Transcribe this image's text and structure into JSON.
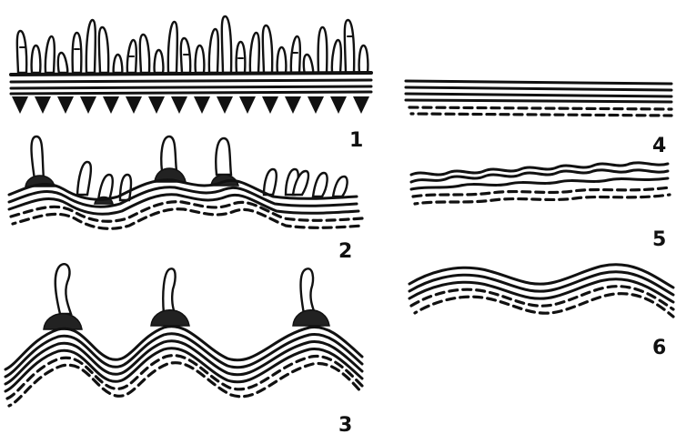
{
  "labels": {
    "p1": "1",
    "p2": "2",
    "p3": "3",
    "p4": "4",
    "p5": "5",
    "p6": "6"
  },
  "colors": {
    "ink": "#111111",
    "background": "#ffffff"
  }
}
